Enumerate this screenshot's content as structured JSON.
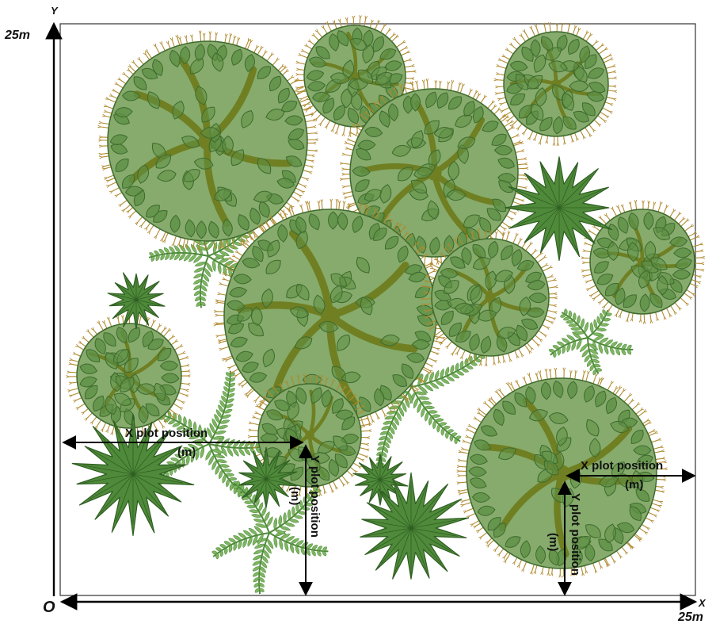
{
  "axes": {
    "y_axis_label": "Y",
    "x_axis_label": "X",
    "origin_label": "O",
    "y_max_label": "25m",
    "x_max_label": "25m"
  },
  "annotations": {
    "left_x_position": "X plot position",
    "left_x_unit": "(m)",
    "left_y_position": "Y plot position",
    "left_y_unit": "(m)",
    "right_x_position": "X plot position",
    "right_x_unit": "(m)",
    "right_y_position": "Y plot position",
    "right_y_unit": "(m)"
  },
  "colors": {
    "canopy_fill": "#86ab6c",
    "canopy_edge": "#3e6b2d",
    "leaf_fill": "#5e8f45",
    "branch": "#6f7f22",
    "twig": "#b08a2e",
    "star_fill": "#4f8a3a",
    "star_edge": "#2f5e22",
    "fern": "#7fb563",
    "fern_stem": "#4d8a39",
    "plot_border": "#333333",
    "arrow": "#000000"
  },
  "plants": [
    {
      "kind": "tree",
      "icon": "tree-canopy-icon"
    },
    {
      "kind": "tree",
      "icon": "tree-canopy-icon"
    },
    {
      "kind": "tree",
      "icon": "tree-canopy-icon"
    },
    {
      "kind": "tree",
      "icon": "tree-canopy-icon"
    },
    {
      "kind": "tree",
      "icon": "tree-canopy-icon"
    },
    {
      "kind": "tree",
      "icon": "tree-canopy-icon"
    },
    {
      "kind": "tree",
      "icon": "tree-canopy-icon"
    },
    {
      "kind": "tree",
      "icon": "tree-canopy-icon"
    },
    {
      "kind": "tree",
      "icon": "tree-canopy-icon"
    },
    {
      "kind": "tree",
      "icon": "tree-canopy-icon"
    },
    {
      "kind": "palm",
      "icon": "star-palm-icon"
    },
    {
      "kind": "palm",
      "icon": "star-palm-icon"
    },
    {
      "kind": "palm",
      "icon": "star-palm-icon"
    },
    {
      "kind": "palm",
      "icon": "star-palm-icon"
    },
    {
      "kind": "palm",
      "icon": "star-palm-icon"
    },
    {
      "kind": "palm",
      "icon": "star-palm-icon"
    },
    {
      "kind": "fern",
      "icon": "fern-frond-icon"
    },
    {
      "kind": "fern",
      "icon": "fern-frond-icon"
    },
    {
      "kind": "fern",
      "icon": "fern-frond-icon"
    },
    {
      "kind": "fern",
      "icon": "fern-frond-icon"
    },
    {
      "kind": "fern",
      "icon": "fern-frond-icon"
    }
  ]
}
